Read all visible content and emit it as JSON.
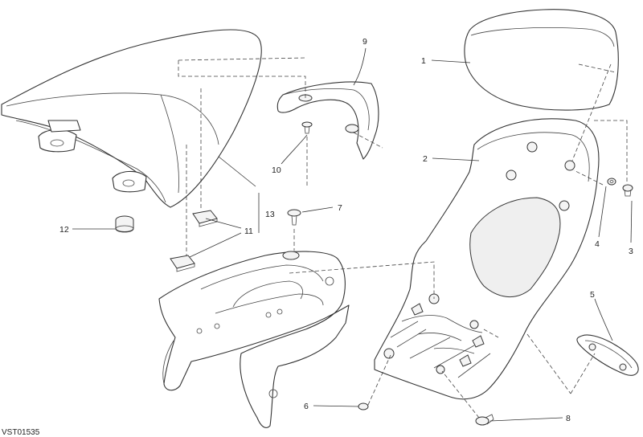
{
  "diagram": {
    "reference_code": "VST01535",
    "callouts": [
      {
        "id": "c1",
        "text": "1"
      },
      {
        "id": "c2",
        "text": "2"
      },
      {
        "id": "c3",
        "text": "3"
      },
      {
        "id": "c4",
        "text": "4"
      },
      {
        "id": "c5",
        "text": "5"
      },
      {
        "id": "c6",
        "text": "6"
      },
      {
        "id": "c7",
        "text": "7"
      },
      {
        "id": "c8",
        "text": "8"
      },
      {
        "id": "c9",
        "text": "9"
      },
      {
        "id": "c10",
        "text": "10"
      },
      {
        "id": "c11",
        "text": "11"
      },
      {
        "id": "c12",
        "text": "12"
      },
      {
        "id": "c13",
        "text": "13"
      }
    ]
  }
}
